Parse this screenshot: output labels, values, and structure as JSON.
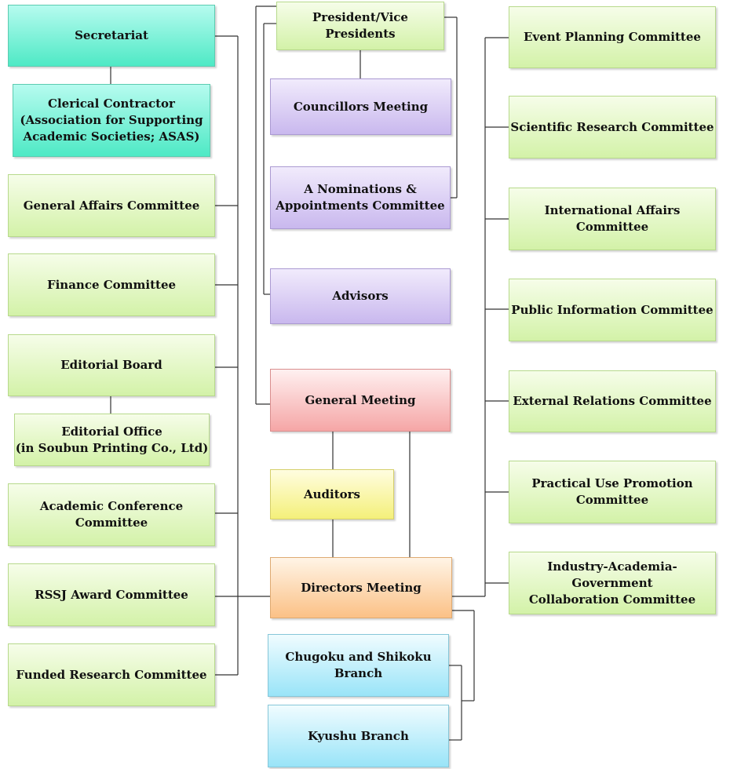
{
  "nodes": {
    "secretariat": "Secretariat",
    "clerical": "Clerical Contractor\n(Association for Supporting\nAcademic Societies; ASAS)",
    "general_affairs": "General Affairs Committee",
    "finance": "Finance Committee",
    "editorial_board": "Editorial Board",
    "editorial_office": "Editorial Office\n(in Soubun Printing Co., Ltd)",
    "academic_conference": "Academic Conference Committee",
    "rssj_award": "RSSJ Award Committee",
    "funded_research": "Funded Research Committee",
    "president": "President/Vice Presidents",
    "councillors": "Councillors Meeting",
    "nominations": "A Nominations &\nAppointments Committee",
    "advisors": "Advisors",
    "general_meeting": "General Meeting",
    "auditors": "Auditors",
    "directors": "Directors Meeting",
    "chugoku": "Chugoku and Shikoku\nBranch",
    "kyushu": "Kyushu Branch",
    "event_planning": "Event Planning Committee",
    "scientific_research": "Scientific Research Committee",
    "international": "International Affairs Committee",
    "public_info": "Public Information Committee",
    "external": "External Relations Committee",
    "practical_use": "Practical Use Promotion\nCommittee",
    "industry": "Industry-Academia-Government\nCollaboration Committee"
  },
  "colors": {
    "connector": "#333333",
    "left_committees": "#d3f2a8",
    "secretariat": "#4ee9c5",
    "councils": "#c9b8ee",
    "general_meeting": "#f5a6a6",
    "auditors": "#f4f07a",
    "directors": "#fbc186",
    "branches": "#99e4f8"
  }
}
